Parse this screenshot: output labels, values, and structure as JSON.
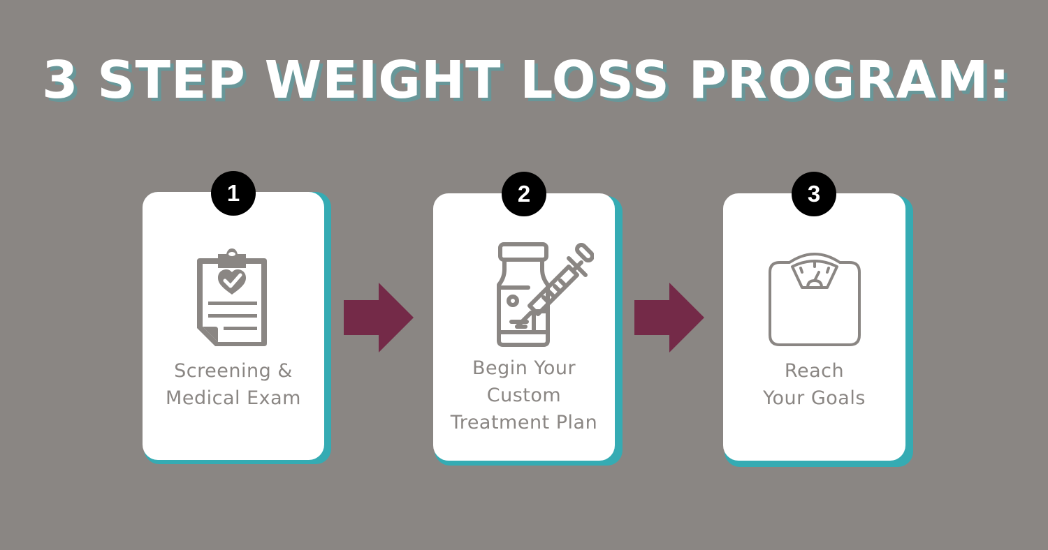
{
  "title": "3 STEP WEIGHT LOSS PROGRAM:",
  "colors": {
    "background": "#8a8683",
    "card": "#ffffff",
    "card_shadow": "#35abb3",
    "title_text": "#ffffff",
    "title_shadow": "#689799",
    "badge": "#000000",
    "badge_text": "#ffffff",
    "arrow": "#742a48",
    "icon_and_label": "#8a8683"
  },
  "steps": [
    {
      "number": "1",
      "icon": "clipboard-heart-check-icon",
      "label_lines": [
        "Screening &",
        "Medical Exam"
      ]
    },
    {
      "number": "2",
      "icon": "vial-syringe-icon",
      "label_lines": [
        "Begin Your",
        "Custom",
        "Treatment Plan"
      ]
    },
    {
      "number": "3",
      "icon": "bathroom-scale-icon",
      "label_lines": [
        "Reach",
        "Your Goals"
      ]
    }
  ],
  "arrows": [
    {
      "icon": "arrow-right-icon",
      "from_step": "1",
      "to_step": "2"
    },
    {
      "icon": "arrow-right-icon",
      "from_step": "2",
      "to_step": "3"
    }
  ]
}
